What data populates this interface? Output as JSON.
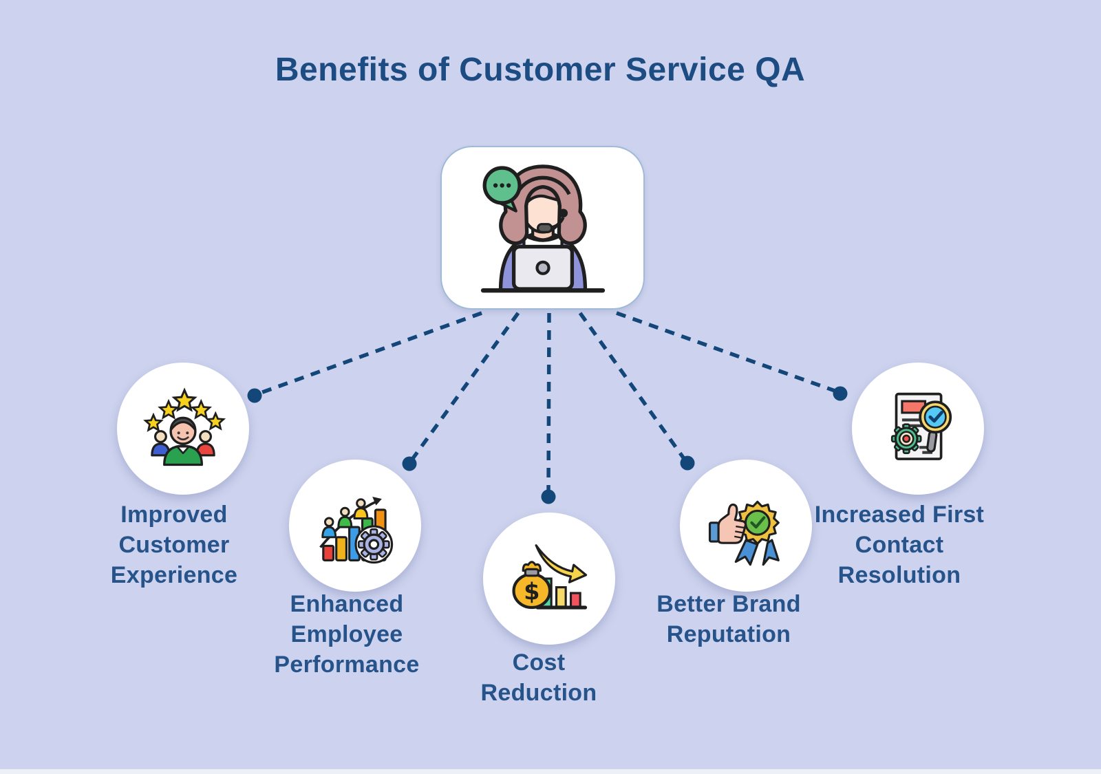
{
  "title": "Benefits of Customer Service QA",
  "center_node": {
    "icon": "customer-support-agent-icon",
    "description_visible_text": ""
  },
  "nodes": [
    {
      "label": "Improved\nCustomer\nExperience",
      "icon": "customer-rating-stars-icon"
    },
    {
      "label": "Enhanced\nEmployee\nPerformance",
      "icon": "employee-performance-chart-icon"
    },
    {
      "label": "Cost\nReduction",
      "icon": "cost-reduction-money-bag-icon"
    },
    {
      "label": "Better Brand\nReputation",
      "icon": "brand-reputation-badge-icon"
    },
    {
      "label": "Increased First\nContact\nResolution",
      "icon": "first-contact-resolution-icon"
    }
  ],
  "colors": {
    "background": "#cdd3ee",
    "title_text": "#1d4c82",
    "label_text": "#26538a",
    "connector": "#134679",
    "circle_fill": "#ffffff",
    "card_border": "#9fbad8"
  }
}
